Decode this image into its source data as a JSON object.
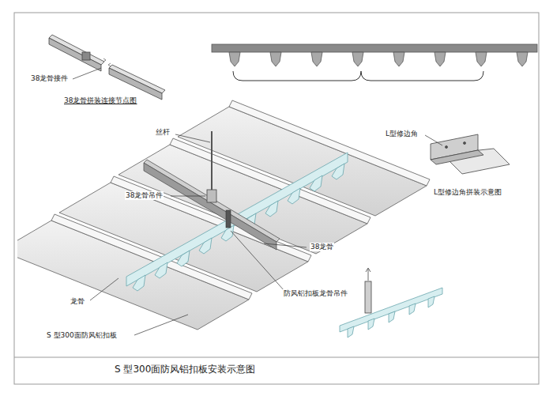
{
  "diagram": {
    "title": "S 型300面防风铝扣板安装示意图",
    "labels": [
      "38龙骨接件",
      "38龙骨拼装连接节点图",
      "丝杆",
      "38龙骨吊件",
      "38龙骨",
      "防风铝扣板龙骨吊件",
      "龙骨",
      "S 型300面防风铝扣板",
      "L型修边角",
      "L型修边角拼装示意图"
    ]
  }
}
